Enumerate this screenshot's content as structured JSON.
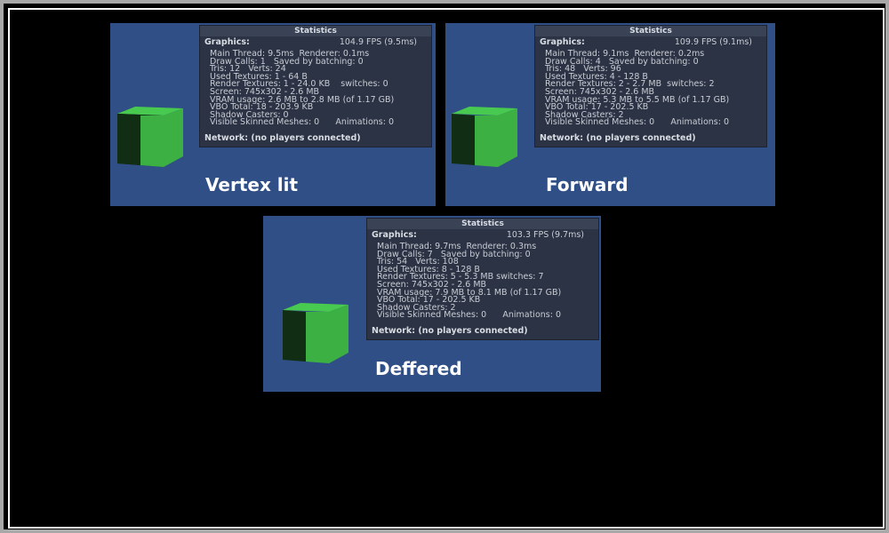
{
  "panels": [
    {
      "label": "Vertex lit",
      "stats": {
        "title": "Statistics",
        "graphics_label": "Graphics:",
        "fps": "104.9 FPS (9.5ms)",
        "lines": [
          "Main Thread: 9.5ms  Renderer: 0.1ms",
          "Draw Calls: 1   Saved by batching: 0",
          "Tris: 12   Verts: 24",
          "Used Textures: 1 - 64 B",
          "Render Textures: 1 - 24.0 KB    switches: 0",
          "Screen: 745x302 - 2.6 MB",
          "VRAM usage: 2.6 MB to 2.8 MB (of 1.17 GB)",
          "VBO Total: 18 - 203.9 KB",
          "Shadow Casters: 0",
          "Visible Skinned Meshes: 0      Animations: 0"
        ],
        "network": "Network: (no players connected)"
      }
    },
    {
      "label": "Forward",
      "stats": {
        "title": "Statistics",
        "graphics_label": "Graphics:",
        "fps": "109.9 FPS (9.1ms)",
        "lines": [
          "Main Thread: 9.1ms  Renderer: 0.2ms",
          "Draw Calls: 4   Saved by batching: 0",
          "Tris: 48   Verts: 96",
          "Used Textures: 4 - 128 B",
          "Render Textures: 2 - 2.7 MB  switches: 2",
          "Screen: 745x302 - 2.6 MB",
          "VRAM usage: 5.3 MB to 5.5 MB (of 1.17 GB)",
          "VBO Total: 17 - 202.5 KB",
          "Shadow Casters: 2",
          "Visible Skinned Meshes: 0      Animations: 0"
        ],
        "network": "Network: (no players connected)"
      }
    },
    {
      "label": "Deffered",
      "stats": {
        "title": "Statistics",
        "graphics_label": "Graphics:",
        "fps": "103.3 FPS (9.7ms)",
        "lines": [
          "Main Thread: 9.7ms  Renderer: 0.3ms",
          "Draw Calls: 7   Saved by batching: 0",
          "Tris: 54   Verts: 108",
          "Used Textures: 8 - 128 B",
          "Render Textures: 5 - 5.3 MB switches: 7",
          "Screen: 745x302 - 2.6 MB",
          "VRAM usage: 7.9 MB to 8.1 MB (of 1.17 GB)",
          "VBO Total: 17 - 202.5 KB",
          "Shadow Casters: 2",
          "Visible Skinned Meshes: 0      Animations: 0"
        ],
        "network": "Network: (no players connected)"
      }
    }
  ],
  "colors": {
    "panel_bg": "#2f4f86",
    "stats_bg": "#2c3344",
    "cube_front": "#3cb043",
    "cube_top": "#48c94f",
    "cube_side": "#102a12"
  }
}
